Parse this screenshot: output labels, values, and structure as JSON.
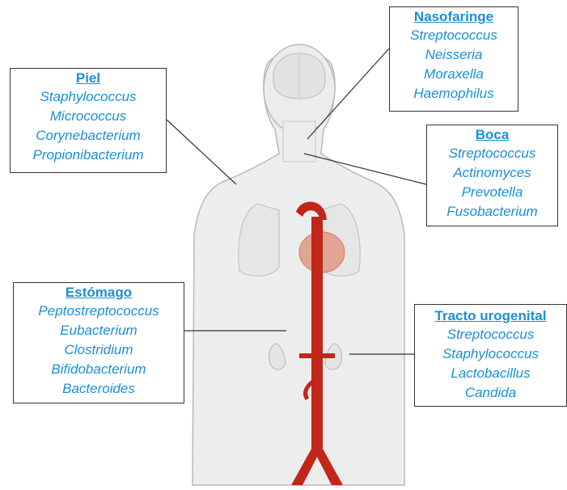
{
  "diagram": {
    "boxes": {
      "nasofaringe": {
        "title": "Nasofaringe",
        "items": [
          "Streptococcus",
          "Neisseria",
          "Moraxella",
          "Haemophilus"
        ]
      },
      "piel": {
        "title": "Piel",
        "items": [
          "Staphylococcus",
          "Micrococcus",
          "Corynebacterium",
          "Propionibacterium"
        ]
      },
      "boca": {
        "title": "Boca",
        "items": [
          "Streptococcus",
          "Actinomyces",
          "Prevotella",
          "Fusobacterium"
        ]
      },
      "estomago": {
        "title": "Estómago",
        "items": [
          "Peptostreptococcus",
          "Eubacterium",
          "Clostridium",
          "Bifidobacterium",
          "Bacteroides"
        ]
      },
      "tracto": {
        "title": "Tracto urogenital",
        "items": [
          "Streptococcus",
          "Staphylococcus",
          "Lactobacillus",
          "Candida"
        ]
      }
    },
    "colors": {
      "label_text": "#1a8fd6",
      "box_border": "#333333",
      "body_fill": "#ededed",
      "body_outline": "#b9b9b9",
      "artery": "#c0261a",
      "heart": "#e2a493"
    }
  }
}
